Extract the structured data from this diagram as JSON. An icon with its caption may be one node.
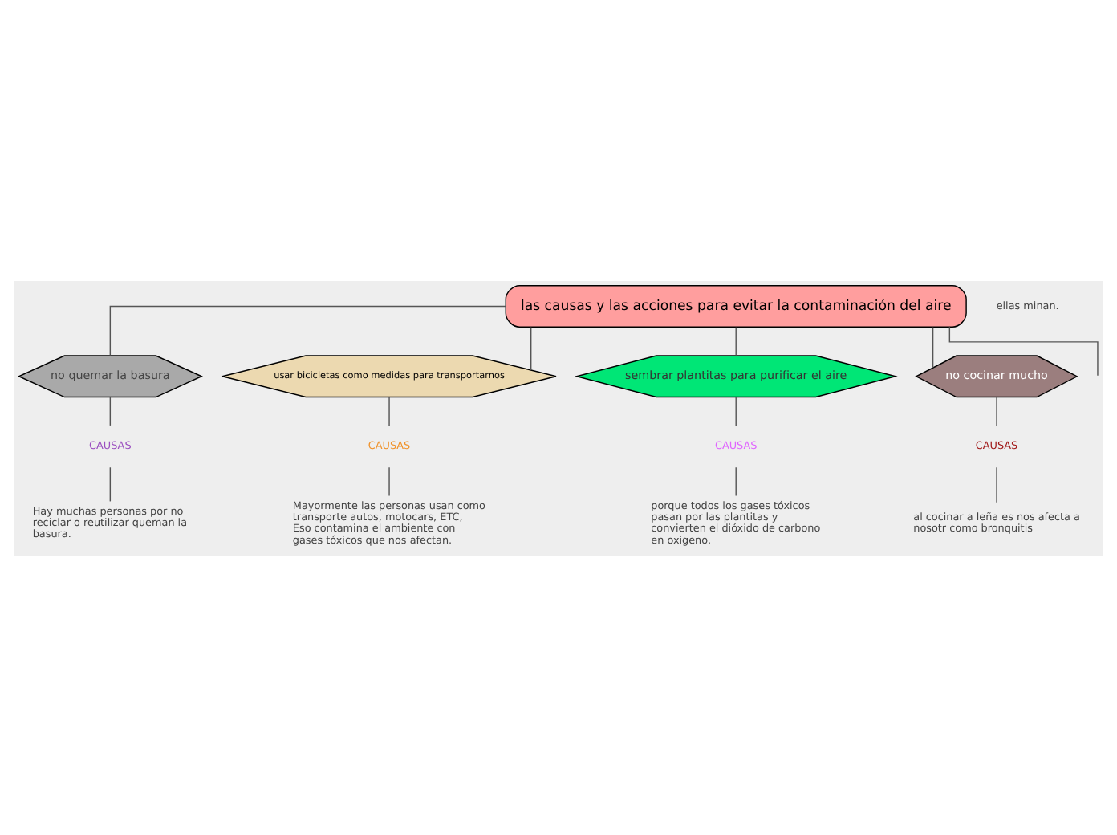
{
  "diagram": {
    "nodes": [
      {
        "text": [
          "las causas y las acciones para evitar la contaminación del aire"
        ]
      },
      {
        "text": [
          "no quemar la basura"
        ]
      },
      {
        "text": [
          "CAUSAS"
        ]
      },
      {
        "text": [
          "Hay muchas personas por no reciclar o reutilizar queman la basura."
        ]
      },
      {
        "text": [
          "usar bicicletas como medidas para transportarnos"
        ]
      },
      {
        "text": [
          "CAUSAS"
        ]
      },
      {
        "text": [
          "Mayormente las personas usan como transporte autos, motocars, ETC, Eso contamina el ambiente con gases tóxicos que nos afectan."
        ]
      },
      {
        "text": [
          "sembrar plantitas para purificar el aire"
        ]
      },
      {
        "text": [
          "CAUSAS"
        ]
      },
      {
        "text": [
          "porque todos los gases tóxicos pasan por las plantitas y convierten el dióxido de carbono en oxigeno."
        ]
      },
      {
        "text": [
          "no cocinar mucho"
        ]
      },
      {
        "text": [
          "CAUSAS"
        ]
      },
      {
        "text": [
          "al cocinar a leña es nos afecta a nosotr como bronquitis"
        ]
      }
    ],
    "edges": [
      {
        "from": 0,
        "to": null,
        "arrow": "none"
      },
      {
        "from": 0,
        "to": 1,
        "arrow": "none"
      },
      {
        "from": 0,
        "to": 4,
        "arrow": "none"
      },
      {
        "from": 0,
        "to": 7,
        "arrow": "none"
      },
      {
        "from": 0,
        "to": 10,
        "arrow": "none"
      },
      {
        "from": 1,
        "to": 2,
        "arrow": "none"
      },
      {
        "from": 2,
        "to": 3,
        "arrow": "none"
      },
      {
        "from": 4,
        "to": 5,
        "arrow": "none"
      },
      {
        "from": 5,
        "to": 6,
        "arrow": "none"
      },
      {
        "from": 7,
        "to": 8,
        "arrow": "none"
      },
      {
        "from": 8,
        "to": 9,
        "arrow": "none"
      },
      {
        "from": 10,
        "to": 11,
        "arrow": "none"
      },
      {
        "from": 11,
        "to": 12,
        "arrow": "none"
      }
    ],
    "labels": [
      "ellas minan."
    ]
  }
}
